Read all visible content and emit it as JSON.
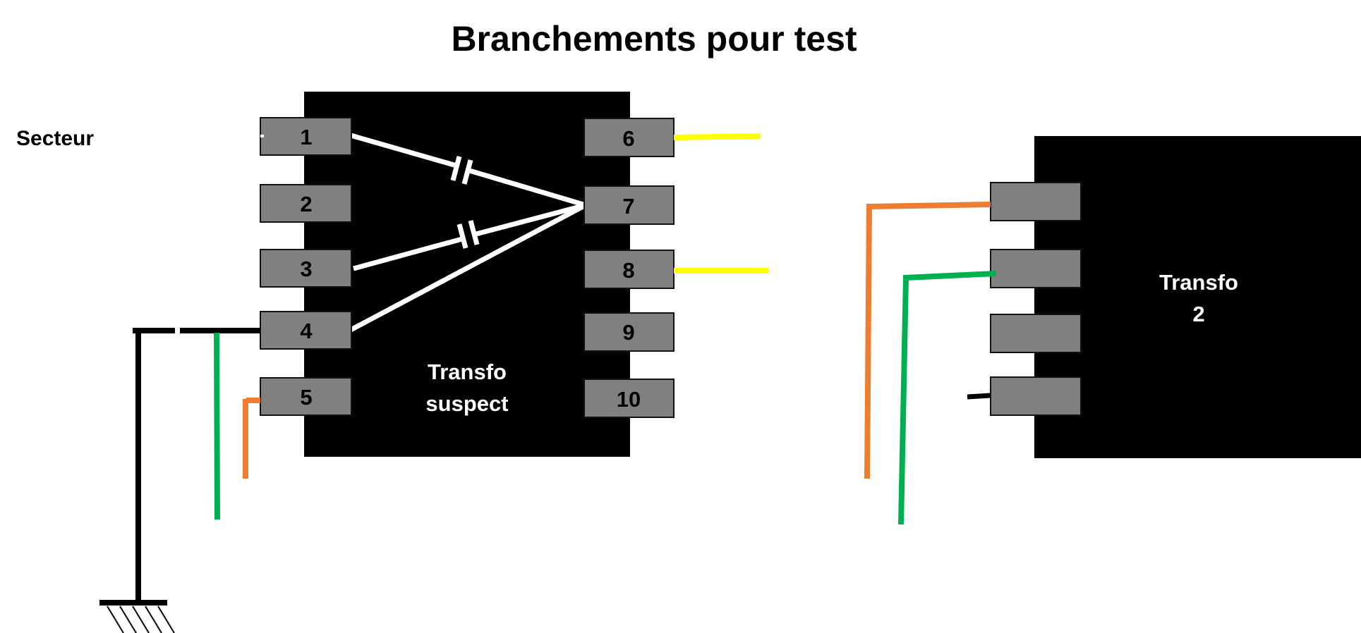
{
  "title": "Branchements pour test",
  "secteur_label": "Secteur",
  "transfo_suspect": {
    "label_line1": "Transfo",
    "label_line2": "suspect",
    "left_pins": [
      "1",
      "2",
      "3",
      "4",
      "5"
    ],
    "right_pins": [
      "6",
      "7",
      "8",
      "9",
      "10"
    ]
  },
  "transfo_2": {
    "label_line1": "Transfo",
    "label_line2": "2"
  },
  "colors": {
    "orange_wire": "#ED7D31",
    "green_wire": "#00B050",
    "yellow_wire": "#FFFF00",
    "pin_fill": "#808080",
    "block_fill": "#000000",
    "internal_wire": "#FFFFFF"
  }
}
